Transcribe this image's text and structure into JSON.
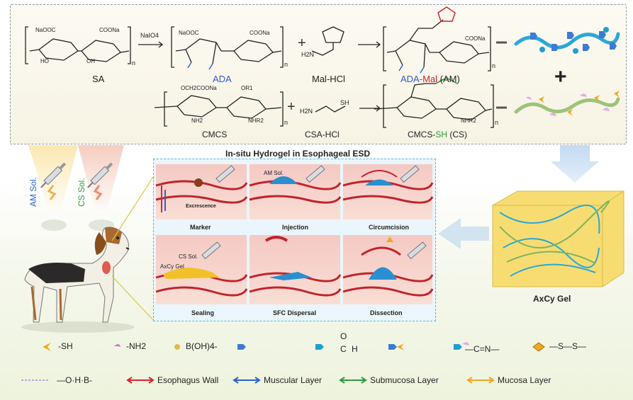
{
  "chemistry": {
    "row1": {
      "sa": "SA",
      "reagent": "NaIO4",
      "ada": "ADA",
      "mal_hcl": "Mal-HCl",
      "am_part1": "ADA-",
      "am_part2": "Mal",
      "am_part3": " (AM)",
      "naooc": "NaOOC",
      "coona": "COONa",
      "ho": "HO",
      "oh": "OH",
      "h2n": "H2N",
      "n": "n"
    },
    "row2": {
      "cmcs": "CMCS",
      "csa_hcl": "CSA-HCl",
      "cs_part1": "CMCS-",
      "cs_part2": "SH",
      "cs_part3": " (CS)",
      "och2coona": "OCH2COONa",
      "or1": "OR1",
      "nh2": "NH2",
      "nhr2": "NHR2",
      "h2n": "H2N",
      "sh": "SH",
      "n": "n"
    }
  },
  "procedure": {
    "title": "In-situ Hydrogel in Esophageal  ESD",
    "am_sol": "AM Sol.",
    "cs_sol": "CS Sol.",
    "steps": [
      {
        "label": "Marker",
        "note": "Excrescence"
      },
      {
        "label": "Injection",
        "note": "AM Sol."
      },
      {
        "label": "Circumcision",
        "note": ""
      },
      {
        "label": "Sealing",
        "note": "CS Sol.",
        "note2": "AxCy Gel"
      },
      {
        "label": "SFC Dispersal",
        "note": ""
      },
      {
        "label": "Dissection",
        "note": ""
      }
    ],
    "gel_label": "AxCy Gel"
  },
  "legend": {
    "sh": "-SH",
    "nh2": "-NH2",
    "boh4": "B(OH)4-",
    "o_h_b": "—O·H·B-",
    "imine": "—C=N—",
    "disulfide": "—S—S—",
    "aldehyde_c": "C",
    "aldehyde_h": "H",
    "aldehyde_o": "O",
    "wall": "Esophagus Wall",
    "muscular": "Muscular Layer",
    "submucosa": "Submucosa Layer",
    "mucosa": "Mucosa Layer"
  },
  "colors": {
    "wall": "#d9232d",
    "muscular": "#2a62c9",
    "submucosa": "#2f9a3b",
    "mucosa": "#f0a81e",
    "chain_blue": "#2aa8d8",
    "chain_green": "#9cc47a"
  }
}
